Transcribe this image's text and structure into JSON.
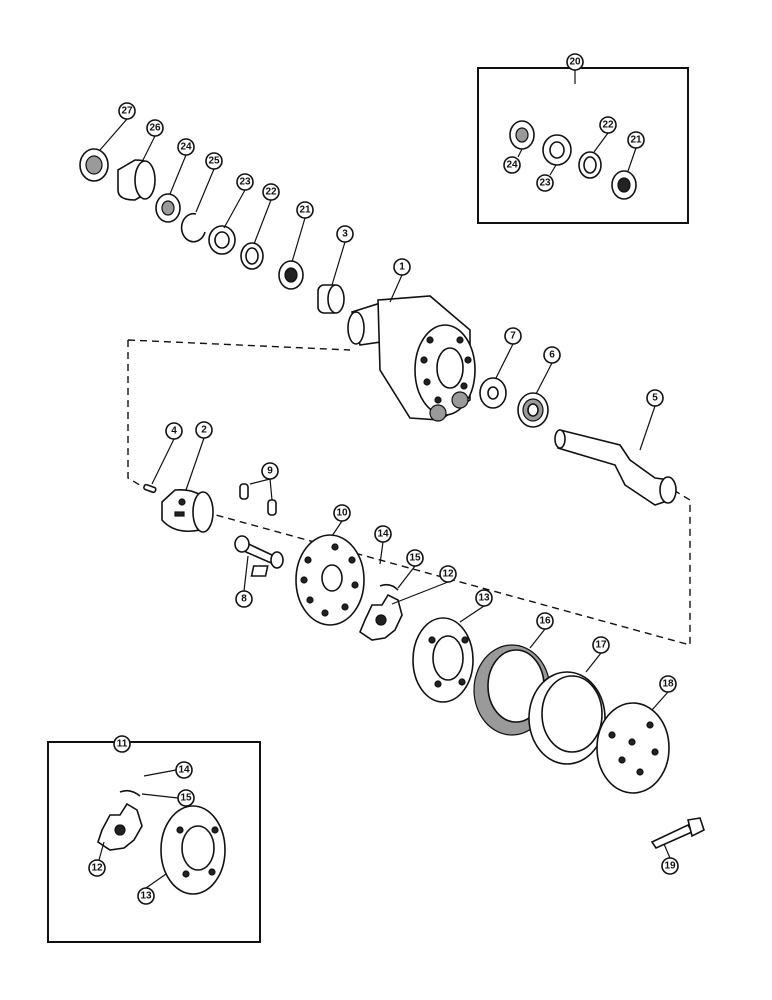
{
  "callouts": {
    "c1": "1",
    "c2": "2",
    "c3": "3",
    "c4": "4",
    "c5": "5",
    "c6": "6",
    "c7": "7",
    "c8": "8",
    "c9": "9",
    "c10": "10",
    "c11": "11",
    "c12": "12",
    "c13": "13",
    "c14": "14",
    "c15": "15",
    "c16": "16",
    "c17": "17",
    "c18": "18",
    "c19": "19",
    "c20": "20",
    "c21": "21",
    "c22": "22",
    "c23": "23",
    "c24": "24",
    "c25": "25",
    "c26": "26",
    "c27": "27",
    "inset20_21": "21",
    "inset20_22": "22",
    "inset20_23": "23",
    "inset20_24": "24",
    "inset11_12": "12",
    "inset11_13": "13",
    "inset11_14": "14",
    "inset11_15": "15"
  }
}
